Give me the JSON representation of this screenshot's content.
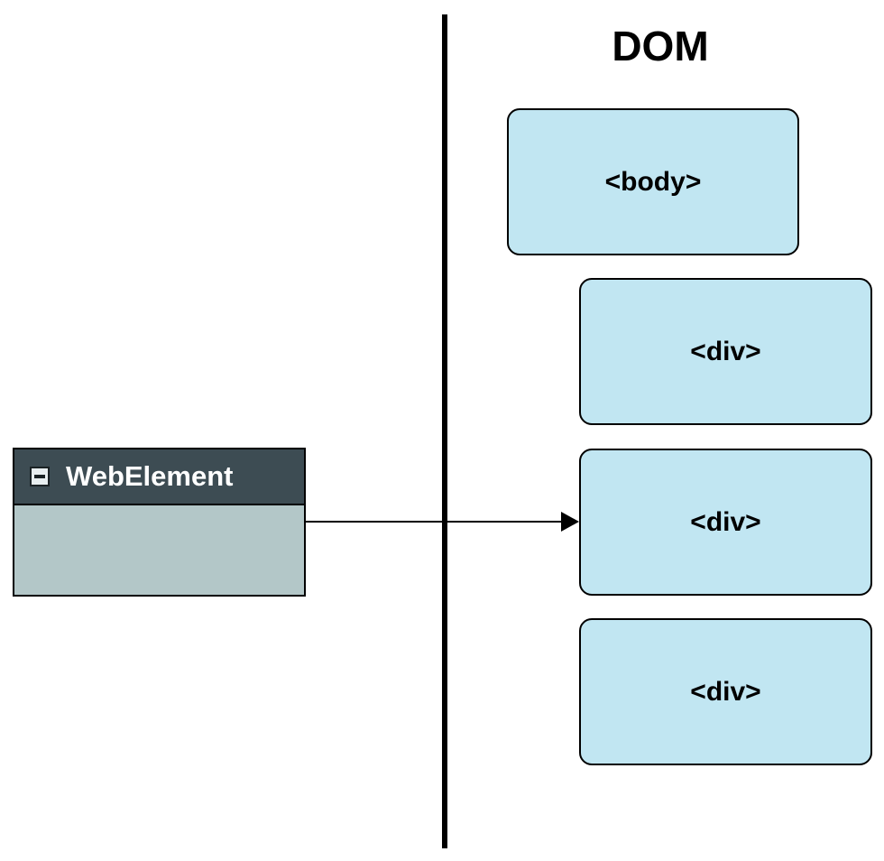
{
  "colors": {
    "dom_node_fill": "#c1e6f2",
    "webelement_header": "#3d4c53",
    "webelement_body": "#b3c7c8",
    "collapse_fill": "#e8eef0"
  },
  "dom": {
    "title": "DOM",
    "nodes": [
      {
        "label": "<body>"
      },
      {
        "label": "<div>"
      },
      {
        "label": "<div>"
      },
      {
        "label": "<div>"
      }
    ]
  },
  "webelement": {
    "title": "WebElement",
    "collapse_icon": "minus-box-icon"
  },
  "connector": {
    "from": "webelement",
    "to": "dom.nodes.2"
  }
}
